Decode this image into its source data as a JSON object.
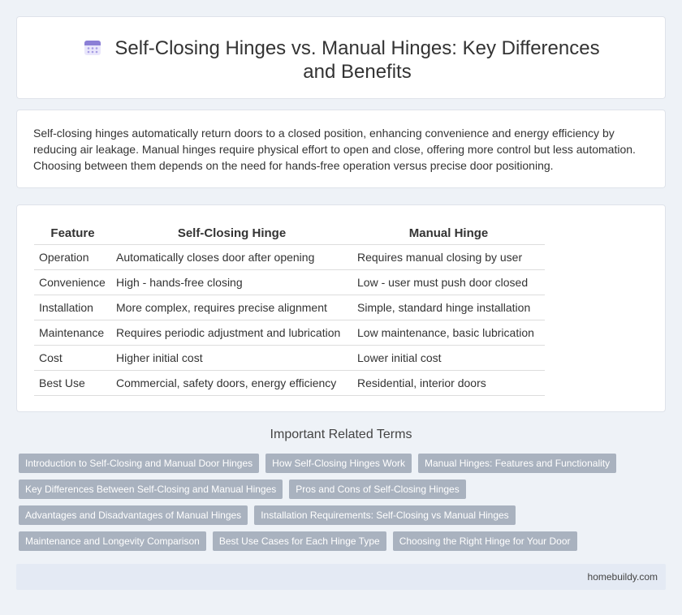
{
  "header": {
    "icon": "calendar-icon",
    "title": "Self-Closing Hinges vs. Manual Hinges: Key Differences and Benefits"
  },
  "intro": {
    "text": "Self-closing hinges automatically return doors to a closed position, enhancing convenience and energy efficiency by reducing air leakage. Manual hinges require physical effort to open and close, offering more control but less automation. Choosing between them depends on the need for hands-free operation versus precise door positioning."
  },
  "table": {
    "headers": [
      "Feature",
      "Self-Closing Hinge",
      "Manual Hinge"
    ],
    "rows": [
      [
        "Operation",
        "Automatically closes door after opening",
        "Requires manual closing by user"
      ],
      [
        "Convenience",
        "High - hands-free closing",
        "Low - user must push door closed"
      ],
      [
        "Installation",
        "More complex, requires precise alignment",
        "Simple, standard hinge installation"
      ],
      [
        "Maintenance",
        "Requires periodic adjustment and lubrication",
        "Low maintenance, basic lubrication"
      ],
      [
        "Cost",
        "Higher initial cost",
        "Lower initial cost"
      ],
      [
        "Best Use",
        "Commercial, safety doors, energy efficiency",
        "Residential, interior doors"
      ]
    ]
  },
  "related": {
    "title": "Important Related Terms",
    "tags": [
      "Introduction to Self-Closing and Manual Door Hinges",
      "How Self-Closing Hinges Work",
      "Manual Hinges: Features and Functionality",
      "Key Differences Between Self-Closing and Manual Hinges",
      "Pros and Cons of Self-Closing Hinges",
      "Advantages and Disadvantages of Manual Hinges",
      "Installation Requirements: Self-Closing vs Manual Hinges",
      "Maintenance and Longevity Comparison",
      "Best Use Cases for Each Hinge Type",
      "Choosing the Right Hinge for Your Door"
    ]
  },
  "footer": {
    "site": "homebuildy.com"
  },
  "colors": {
    "background": "#eef2f7",
    "tag": "#a9b2bf",
    "footer": "#e4eaf4",
    "icon_accent": "#8b7fd6"
  }
}
